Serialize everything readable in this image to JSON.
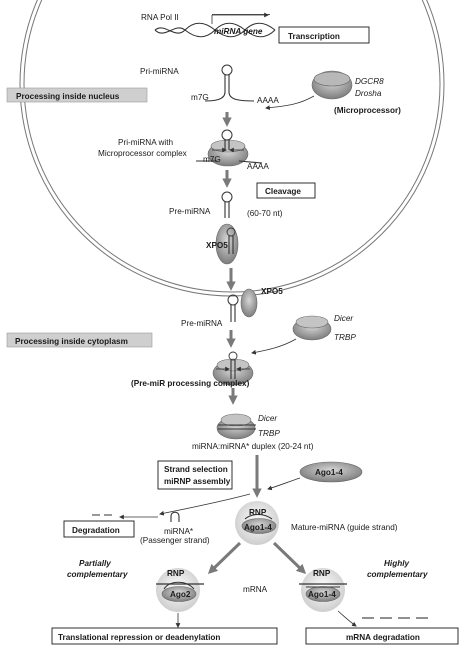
{
  "transcription": {
    "rna_pol": "RNA Pol II",
    "gene": "miRNA gene",
    "box": "Transcription"
  },
  "nucleus": {
    "section_label": "Processing inside nucleus",
    "pri_mirna": "Pri-miRNA",
    "m7g": "m7G",
    "aaaa": "AAAA",
    "dgcr8": "DGCR8",
    "drosha": "Drosha",
    "microprocessor": "(Microprocessor)",
    "pri_complex_line1": "Pri-miRNA with",
    "pri_complex_line2": "Microprocessor complex",
    "cleavage_box": "Cleavage",
    "pre_mirna": "Pre-miRNA",
    "pre_length": "(60-70 nt)",
    "xpo5": "XPO5"
  },
  "cytoplasm": {
    "xpo5": "XPO5",
    "pre_mirna": "Pre-miRNA",
    "dicer": "Dicer",
    "trbp": "TRBP",
    "section_label": "Processing inside cytoplasm",
    "processing_complex": "(Pre-miR processing complex)",
    "dicer2": "Dicer",
    "trbp2": "TRBP",
    "duplex": "miRNA:miRNA* duplex (20-24 nt)",
    "strand_box_line1": "Strand selection",
    "strand_box_line2": "miRNP assembly",
    "ago_pill": "Ago1-4",
    "degradation_box": "Degradation",
    "mirna_star": "miRNA*",
    "passenger": "(Passenger strand)",
    "rnp": "RNP",
    "rnp_ago": "Ago1-4",
    "mature": "Mature-miRNA (guide strand)",
    "partially_line1": "Partially",
    "partially_line2": "complementary",
    "rnp_left": "RNP",
    "ago2": "Ago2",
    "mrna": "mRNA",
    "rnp_right": "RNP",
    "ago_right": "Ago1-4",
    "highly_line1": "Highly",
    "highly_line2": "complementary",
    "translational_box": "Translational repression or deadenylation",
    "mrna_degradation_box": "mRNA degradation"
  }
}
